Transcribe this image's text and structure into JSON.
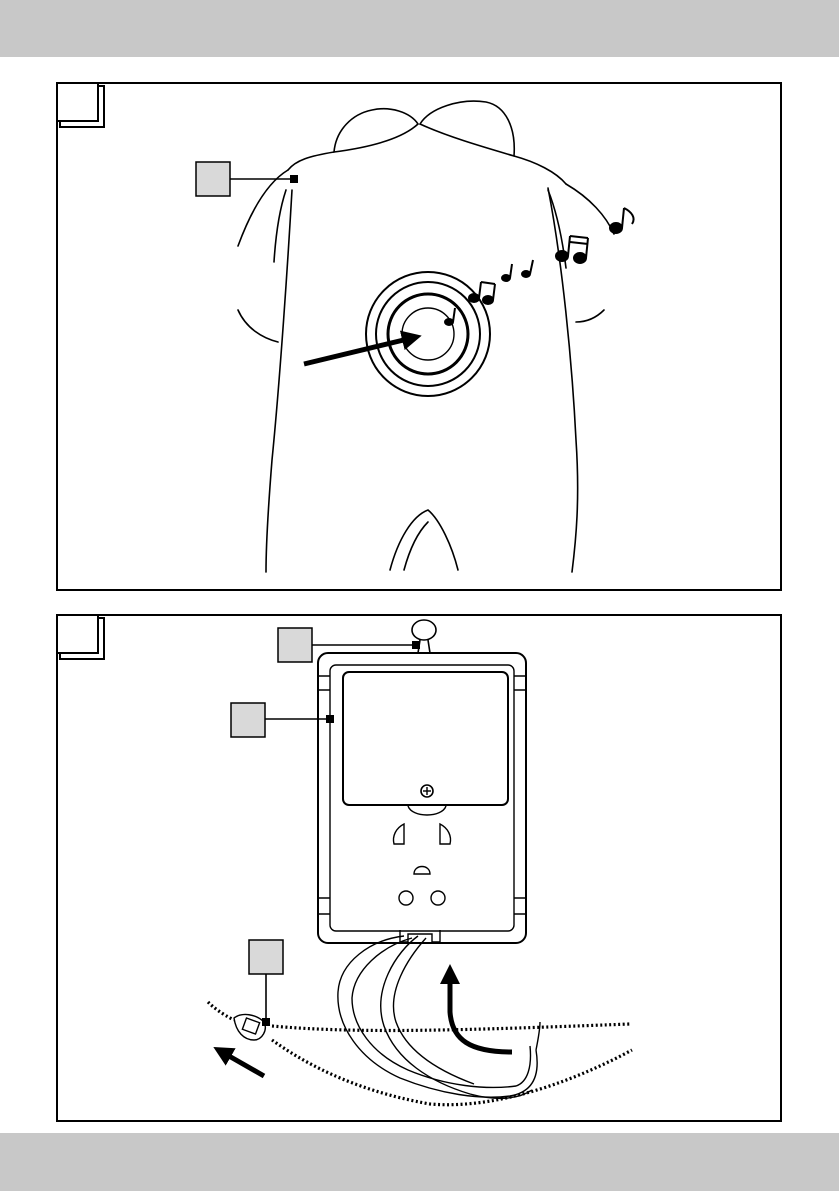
{
  "header_band": {
    "color": "#c8c8c8"
  },
  "footer_band": {
    "color": "#c8c8c8"
  },
  "figure_top": {
    "description_icons": [
      "shirt-outline",
      "speaker-device",
      "music-notes",
      "arrow"
    ],
    "callout_boxes": 1
  },
  "figure_bottom": {
    "description_icons": [
      "device-front",
      "hanging-loop",
      "lanyard-cord",
      "zip-strap",
      "arrow"
    ],
    "callout_boxes": 3
  },
  "colors": {
    "line": "#000000",
    "callout_fill": "#d9d9d9",
    "paper": "#ffffff"
  }
}
